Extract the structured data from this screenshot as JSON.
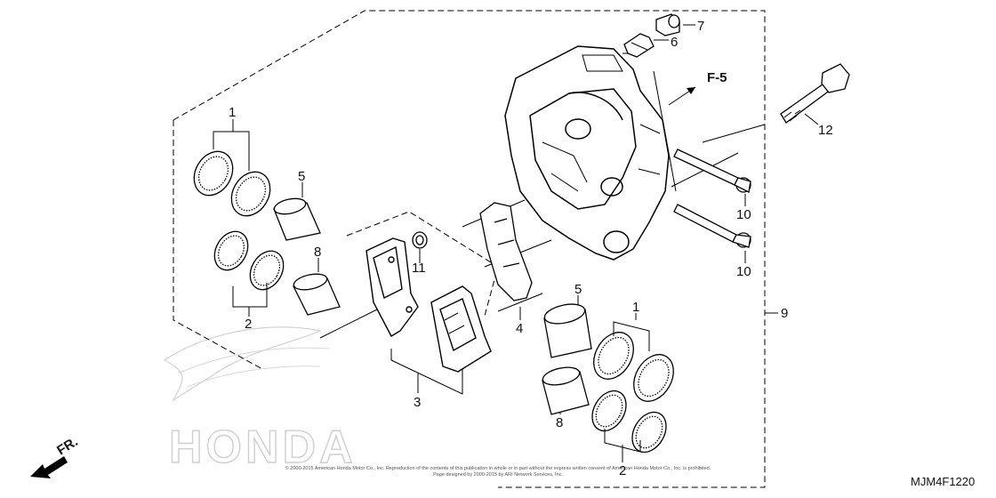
{
  "diagram": {
    "ref_label": "F-5",
    "direction_label": "FR.",
    "diagram_code": "MJM4F1220",
    "watermark": "HONDA",
    "copyright_line1": "© 2000-2015 American Honda Motor Co., Inc. Reproduction of the contents of this publication in whole or in part without the express written consent of American Honda Motor Co., Inc. is prohibited.",
    "copyright_line2": "Page designed by 2000-2015 by ARI Network Services, Inc.",
    "callouts": {
      "c1a": "1",
      "c1b": "1",
      "c2a": "2",
      "c2b": "2",
      "c3": "3",
      "c4": "4",
      "c5a": "5",
      "c5b": "5",
      "c6": "6",
      "c7": "7",
      "c8a": "8",
      "c8b": "8",
      "c9": "9",
      "c10a": "10",
      "c10b": "10",
      "c11": "11",
      "c12": "12"
    }
  }
}
